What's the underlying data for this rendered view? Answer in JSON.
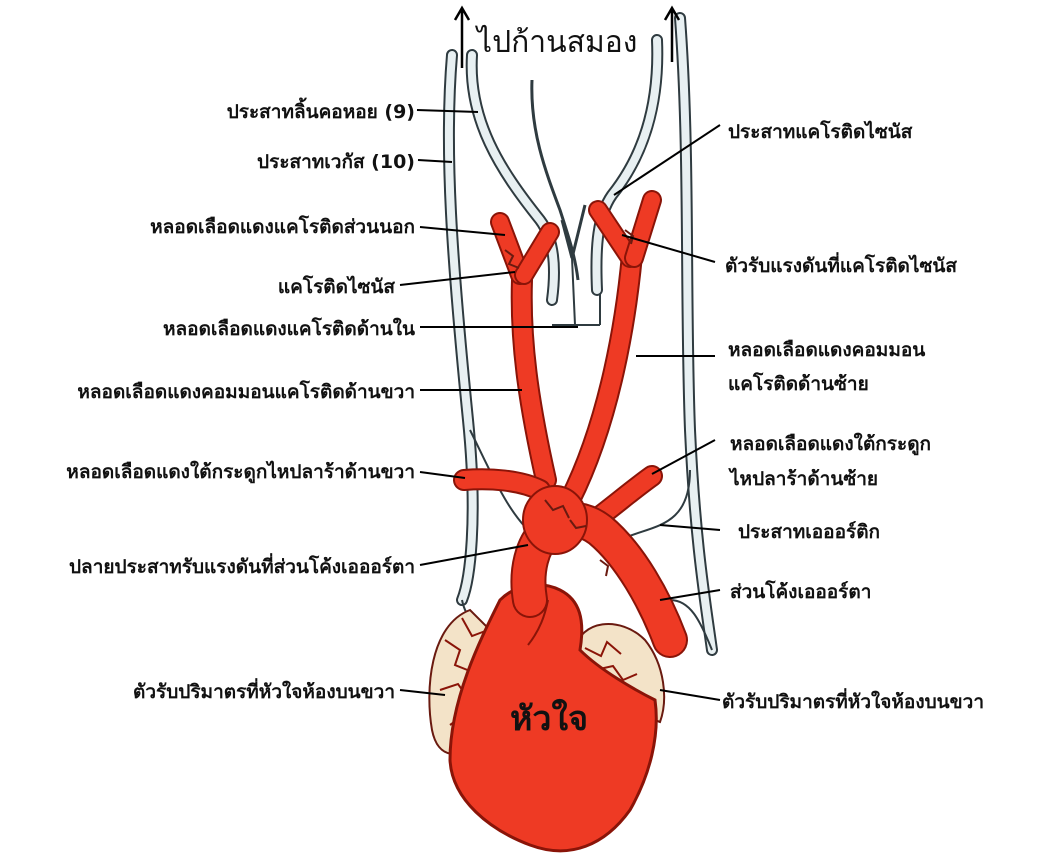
{
  "title": "ไปก้านสมอง",
  "heart_label": "หัวใจ",
  "labels": {
    "glossopharyngeal": "ประสาทลิ้นคอหอย (9)",
    "vagus": "ประสาทเวกัส (10)",
    "carotid_sinus_nerve": "ประสาทแคโรติดไซนัส",
    "external_carotid": "หลอดเลือดแดงแคโรติดส่วนนอก",
    "carotid_baroreceptor": "ตัวรับแรงดันที่แคโรติดไซนัส",
    "carotid_sinus": "แคโรติดไซนัส",
    "internal_carotid": "หลอดเลือดแดงแคโรติดด้านใน",
    "left_common_carotid_1": "หลอดเลือดแดงคอมมอน",
    "left_common_carotid_2": "แคโรติดด้านซ้าย",
    "right_common_carotid": "หลอดเลือดแดงคอมมอนแคโรติดด้านขวา",
    "left_subclavian_1": "หลอดเลือดแดงใต้กระดูก",
    "left_subclavian_2": "ไหปลาร้าด้านซ้าย",
    "right_subclavian": "หลอดเลือดแดงใต้กระดูกไหปลาร้าด้านขวา",
    "aortic_nerve": "ประสาทเอออร์ติก",
    "aortic_arch_endings": "ปลายประสาทรับแรงดันที่ส่วนโค้งเอออร์ตา",
    "aortic_arch": "ส่วนโค้งเอออร์ตา",
    "right_atrial_receptor": "ตัวรับปริมาตรที่หัวใจห้องบนขวา",
    "left_atrial_receptor": "ตัวรับปริมาตรที่หัวใจห้องบนขวา"
  },
  "colors": {
    "artery": "#ee3a24",
    "artery_dark": "#8a1408",
    "nerve_fill": "#e8f0f2",
    "nerve_stroke": "#2f3b40",
    "atrium_tissue": "#f3e3c8",
    "text": "#111111",
    "leader": "#000000"
  }
}
